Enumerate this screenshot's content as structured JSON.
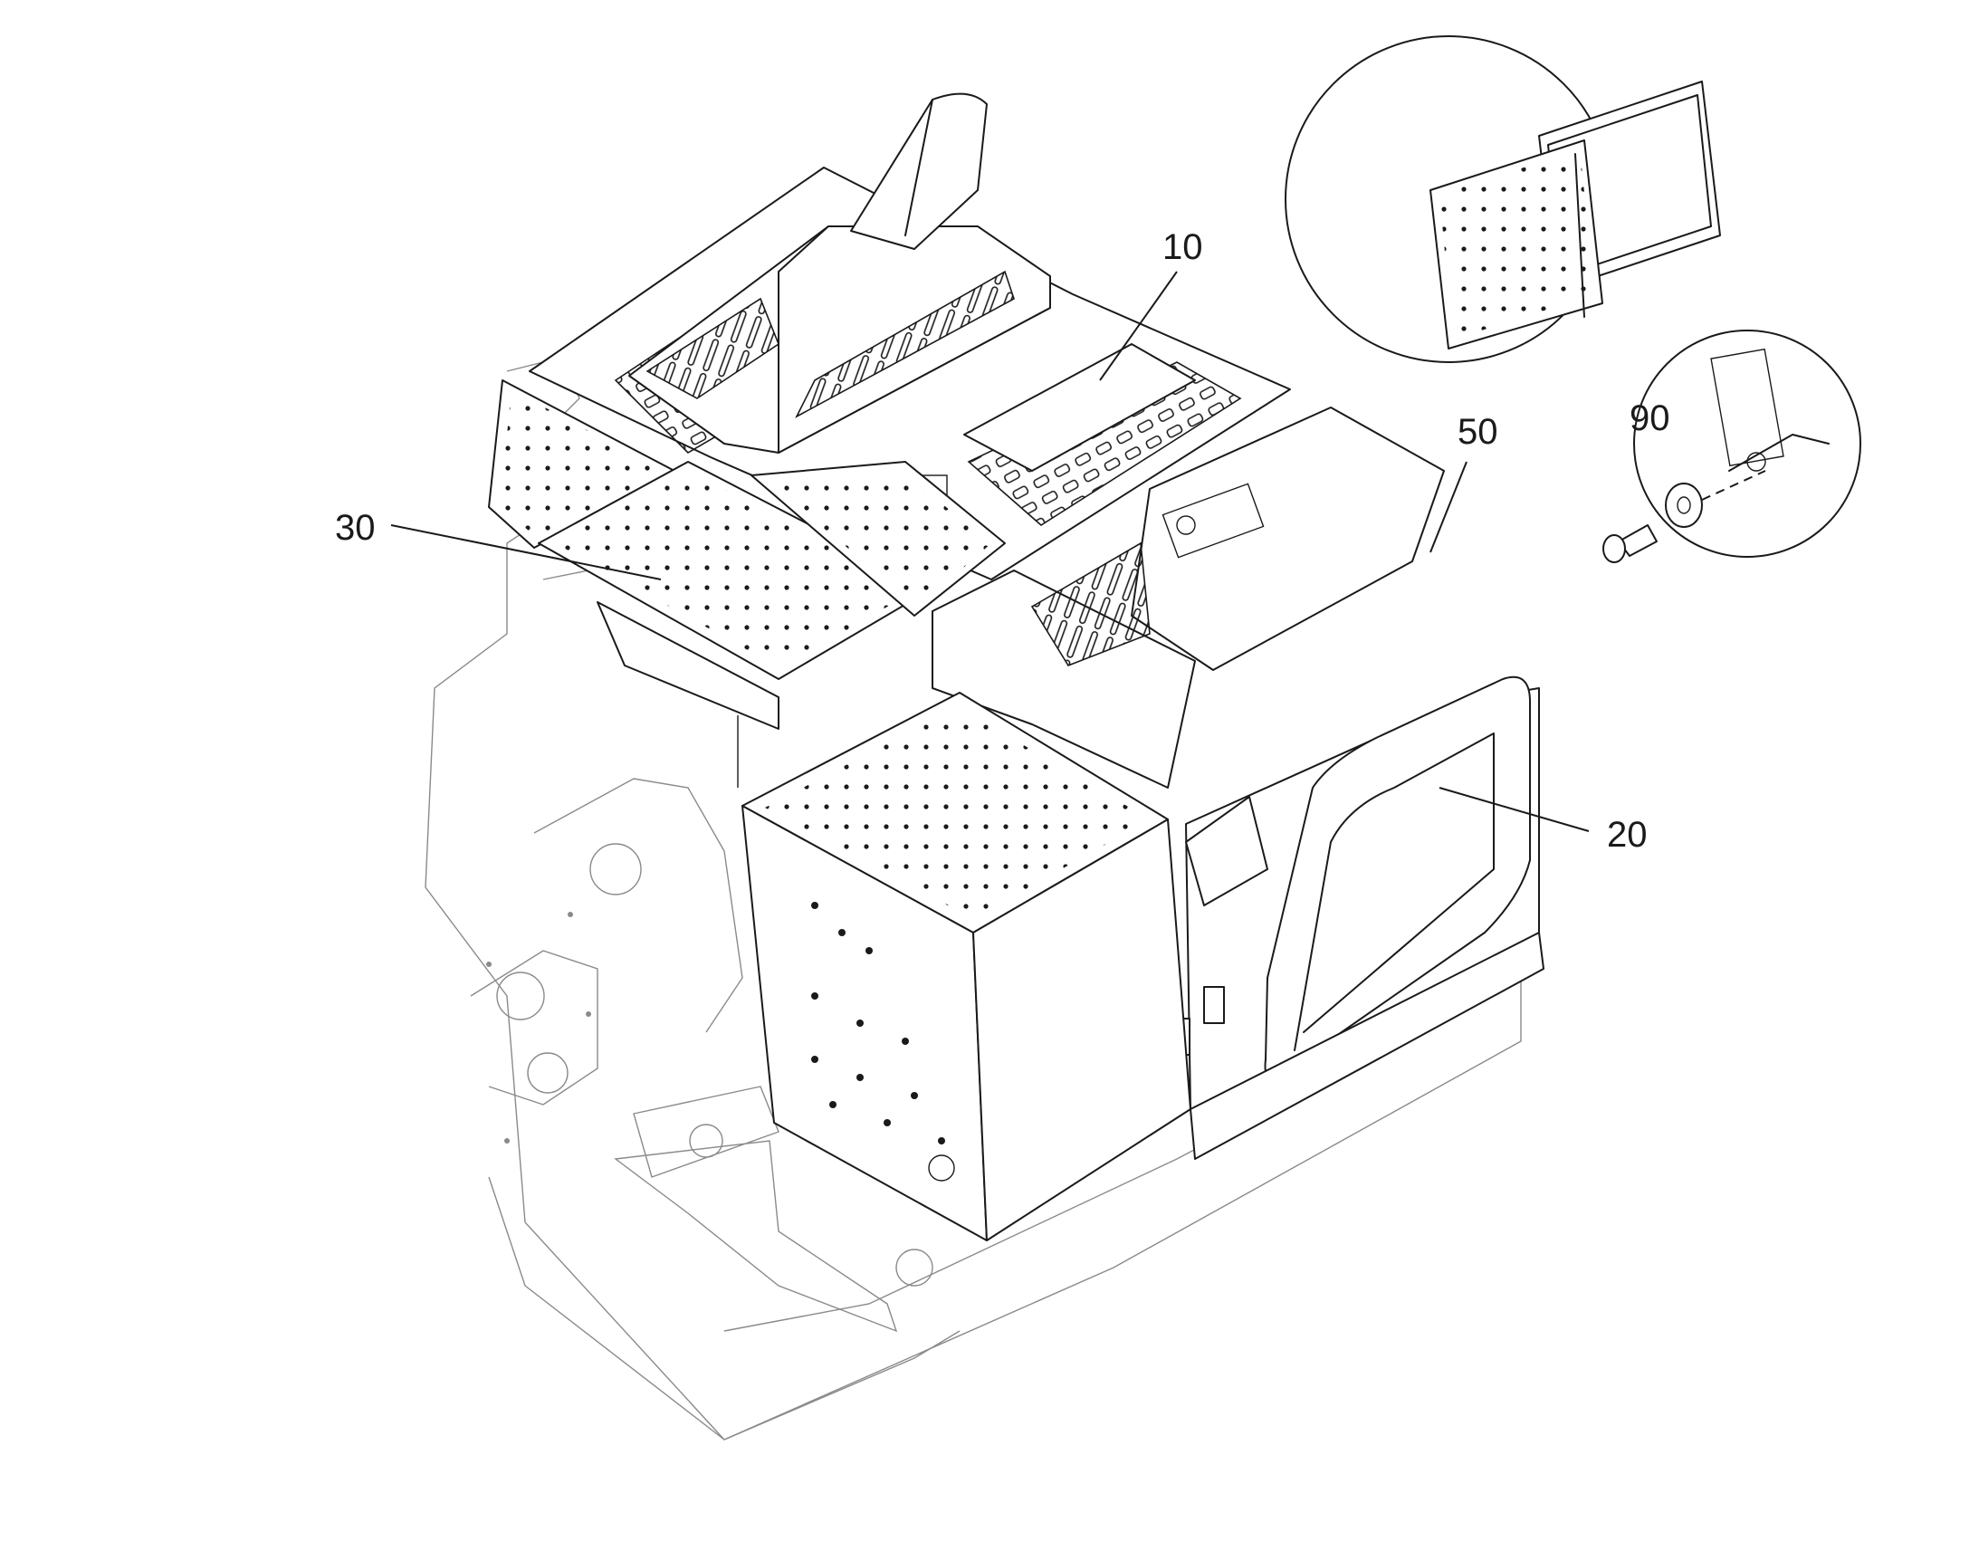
{
  "callouts": [
    {
      "id": "c10",
      "text": "10"
    },
    {
      "id": "c30",
      "text": "30"
    },
    {
      "id": "c50",
      "text": "50"
    },
    {
      "id": "c20",
      "text": "20"
    },
    {
      "id": "c90",
      "text": "90"
    }
  ],
  "colors": {
    "line": "#1a1a1a",
    "faint": "#8a8a8a",
    "background": "#ffffff"
  }
}
